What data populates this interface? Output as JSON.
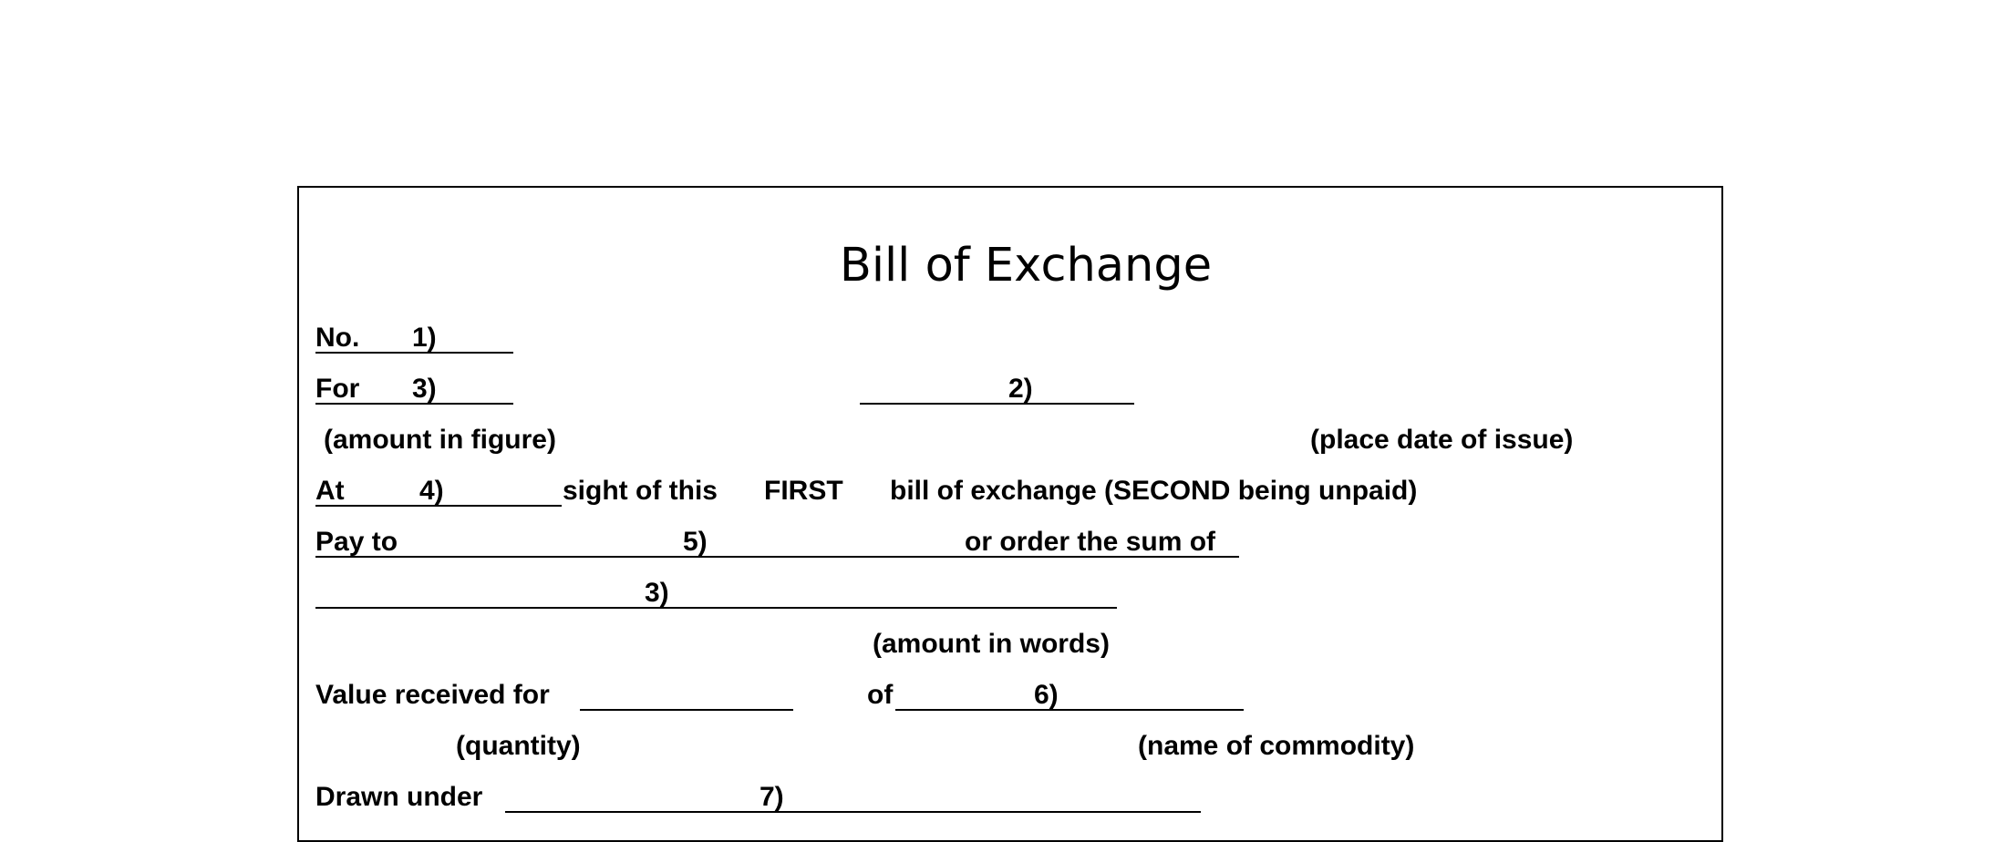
{
  "document": {
    "title": "Bill of Exchange",
    "row_number": {
      "label": "No.",
      "marker": "1)"
    },
    "row_amount": {
      "label": "For",
      "marker": "3)",
      "place_marker": "2)",
      "caption_amount": "(amount in figure)",
      "caption_place": "(place date of issue)"
    },
    "row_sight": {
      "label": "At",
      "marker": "4)",
      "text": "sight of this",
      "copy": "FIRST",
      "rest": "bill of exchange (SECOND being unpaid)"
    },
    "row_pay": {
      "label": "Pay to",
      "marker": "5)",
      "rest": "or order the sum of"
    },
    "row_words": {
      "marker": "3)",
      "caption": "(amount in words)"
    },
    "row_value": {
      "label": "Value received for",
      "of_label": "of",
      "marker": "6)",
      "caption_quantity": "(quantity)",
      "caption_commodity": "(name of commodity)"
    },
    "row_drawn": {
      "label": "Drawn under",
      "marker": "7)"
    }
  }
}
